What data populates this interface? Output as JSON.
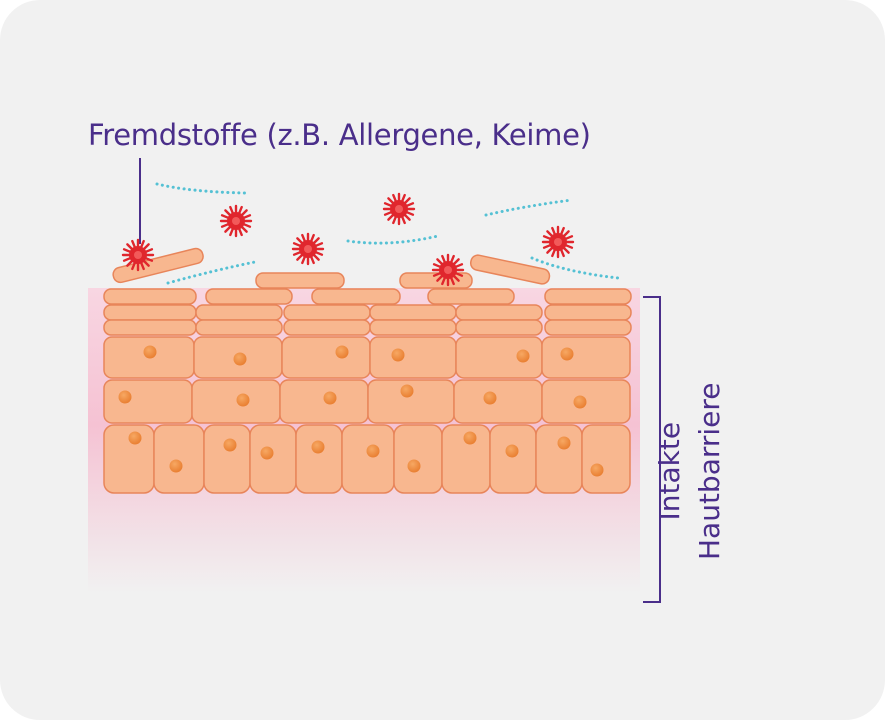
{
  "labels": {
    "foreign_substances": "Fremdstoffe (z.B. Allergene, Keime)",
    "barrier_line1": "Intakte",
    "barrier_line2": "Hautbarriere"
  },
  "colors": {
    "background": "#f1f1f1",
    "text": "#4a2e8a",
    "cell_fill": "#f8b78f",
    "cell_stroke": "#e8855a",
    "nucleus": "#ef8a3a",
    "germ": "#e0262d",
    "allergen_dots": "#55c1d4",
    "skin_pink": "#f5c3d3"
  }
}
